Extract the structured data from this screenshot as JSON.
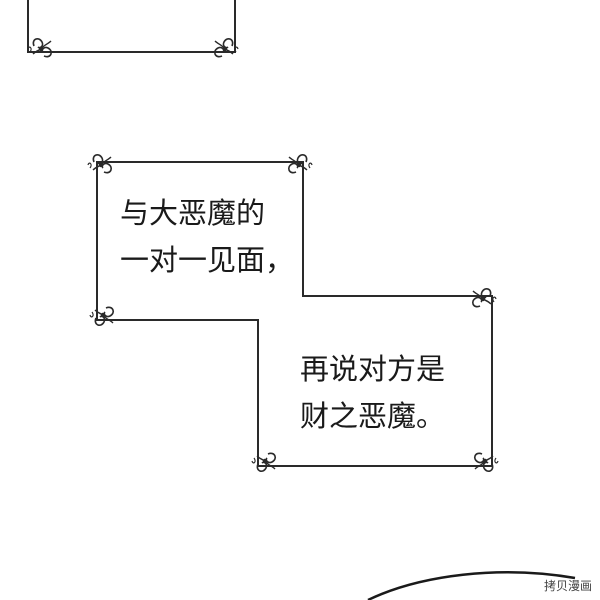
{
  "colors": {
    "background": "#ffffff",
    "frame_line": "#2a2a2a",
    "text": "#1a1a1a"
  },
  "icons": [
    "corner-flourish-icon"
  ],
  "caption": {
    "line1": "与大恶魔的",
    "line2": "一对一见面，",
    "line3": "再说对方是",
    "line4": "财之恶魔。"
  },
  "watermark": "拷贝漫画"
}
